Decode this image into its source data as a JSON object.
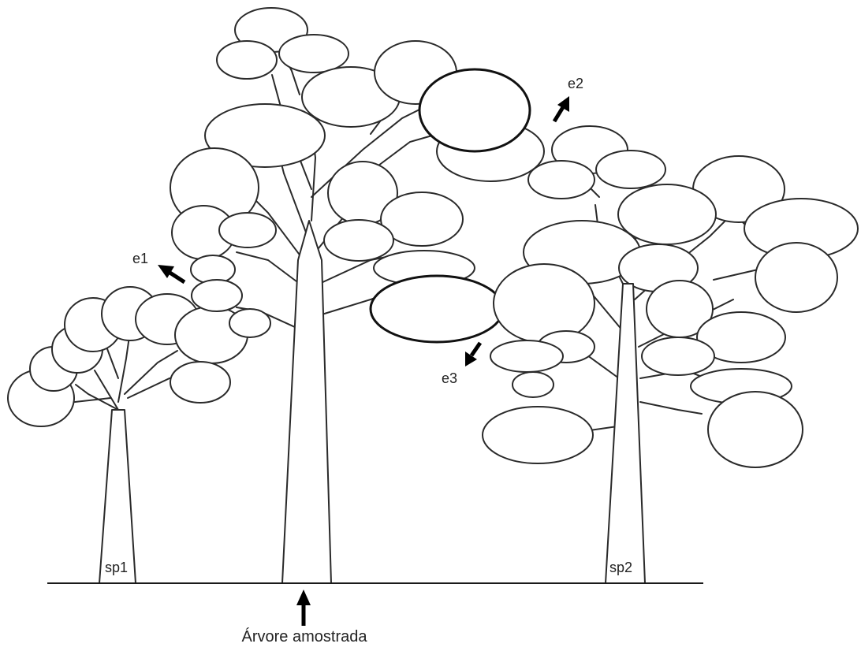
{
  "labels": {
    "sp1": "sp1",
    "sp2": "sp2",
    "e1": "e1",
    "e2": "e2",
    "e3": "e3",
    "sampled_tree": "Árvore amostrada"
  }
}
